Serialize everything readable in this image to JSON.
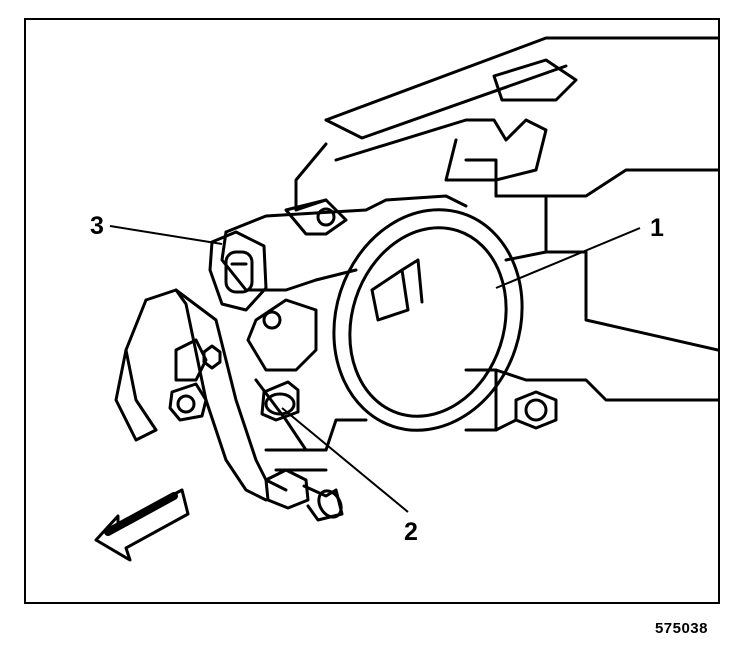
{
  "diagram": {
    "callouts": [
      {
        "id": "1",
        "label": "1"
      },
      {
        "id": "2",
        "label": "2"
      },
      {
        "id": "3",
        "label": "3"
      }
    ],
    "figure_ref": "575038",
    "colors": {
      "line": "#000000",
      "background": "#ffffff"
    }
  }
}
